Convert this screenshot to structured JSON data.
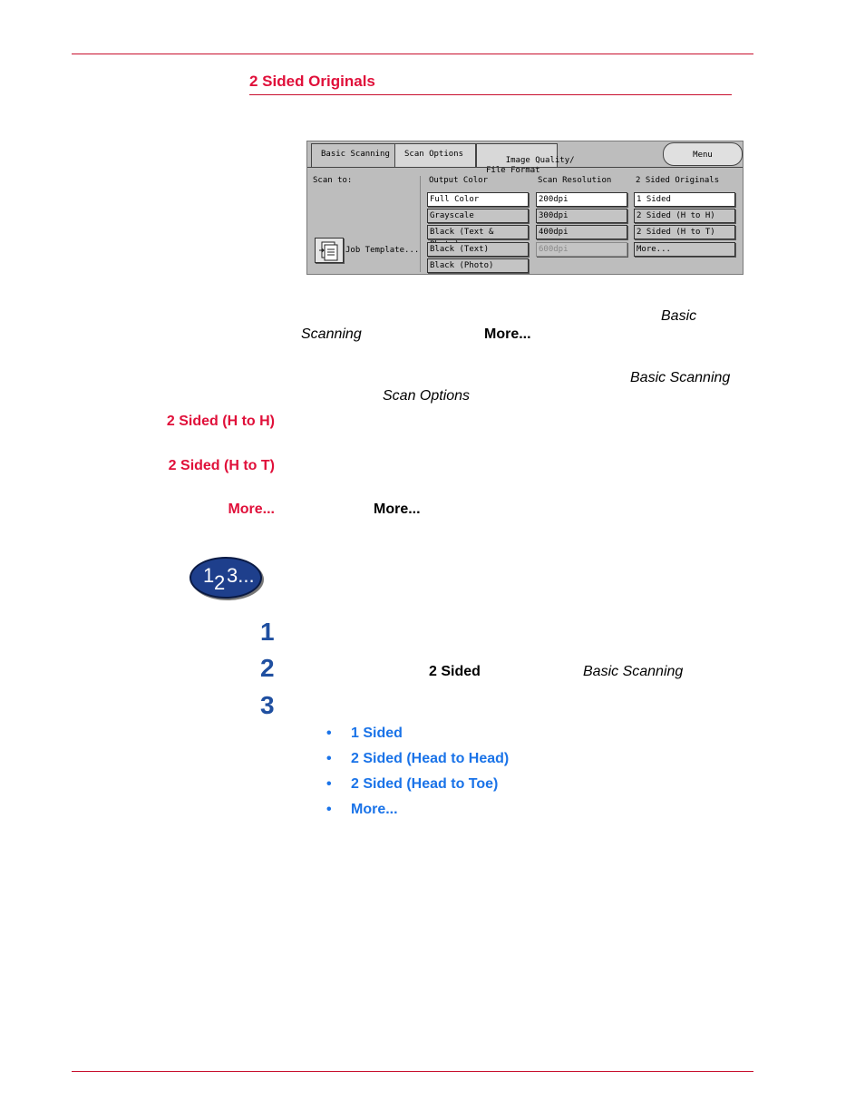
{
  "section": {
    "title": "2 Sided Originals"
  },
  "panel": {
    "tabs": [
      "Basic Scanning",
      "Scan Options",
      "Image Quality/\nFile Format"
    ],
    "menu": "Menu",
    "scan_to": "Scan to:",
    "job_template": "Job Template...",
    "output_color": {
      "header": "Output Color",
      "options": [
        "Full Color",
        "Grayscale",
        "Black (Text & Photo)",
        "Black (Text)",
        "Black (Photo)"
      ]
    },
    "scan_resolution": {
      "header": "Scan Resolution",
      "options": [
        "200dpi",
        "300dpi",
        "400dpi",
        "600dpi"
      ]
    },
    "two_sided": {
      "header": "2 Sided Originals",
      "options": [
        "1 Sided",
        "2 Sided (H to H)",
        "2 Sided (H to T)",
        "More..."
      ]
    }
  },
  "body_fragments": {
    "basic": "Basic",
    "scanning": "Scanning",
    "more1": "More...",
    "basic_scanning": "Basic Scanning",
    "scan_options": "Scan Options"
  },
  "terms": {
    "h_to_h": "2 Sided (H to H)",
    "h_to_t": "2 Sided (H to T)",
    "more": "More...",
    "more_inline": "More..."
  },
  "badge": {
    "text_a": "1",
    "text_b": "2",
    "text_c": "3..."
  },
  "steps": {
    "s1": "1",
    "s2": "2",
    "s2_bold": "2 Sided",
    "s2_italic": "Basic Scanning",
    "s3": "3"
  },
  "bullets": [
    "1 Sided",
    "2 Sided (Head to Head)",
    "2 Sided (Head to Toe)",
    "More..."
  ]
}
